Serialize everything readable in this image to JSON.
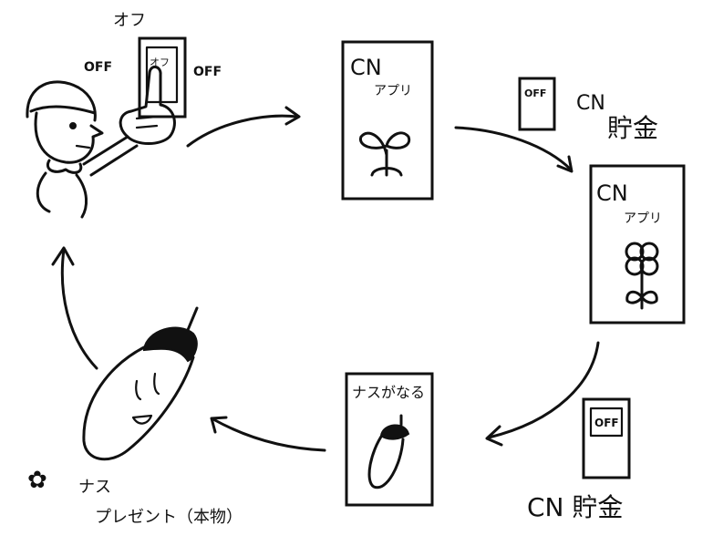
{
  "switch": {
    "top_label": "オフ",
    "plate_label": "オフ",
    "left_label": "OFF",
    "right_label": "OFF"
  },
  "phone1": {
    "title": "CN",
    "subtitle": "アプリ"
  },
  "saving1": {
    "badge": "OFF",
    "label_cn": "CN",
    "label_jp": "貯金"
  },
  "phone2": {
    "title": "CN",
    "subtitle": "アプリ"
  },
  "saving2": {
    "badge": "OFF",
    "label": "CN 貯金"
  },
  "phone3": {
    "title": "ナスがなる"
  },
  "gift": {
    "line1": "ナス",
    "line2": "プレゼント（本物）"
  }
}
